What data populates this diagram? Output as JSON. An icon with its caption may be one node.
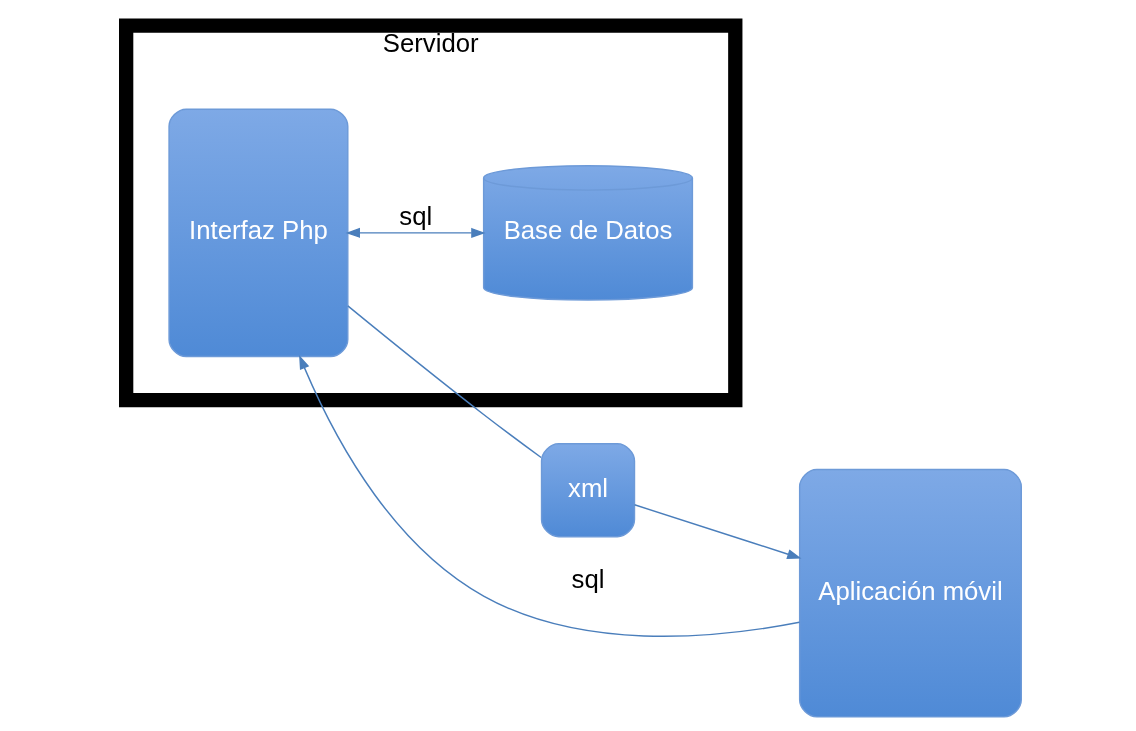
{
  "diagram": {
    "nodes": [
      {
        "text": [
          "Servidor"
        ]
      },
      {
        "text": [
          "Aplicación móvil"
        ]
      },
      {
        "text": [
          "xml"
        ]
      },
      {
        "text": [
          "Interfaz Php"
        ],
        "in": 0
      },
      {
        "text": [
          "Base de Datos"
        ],
        "in": 0
      }
    ],
    "edges": [
      {
        "from": 1,
        "to": 3,
        "label": "sql",
        "arrow": "to"
      },
      {
        "from": 3,
        "to": 2,
        "arrow": "none"
      },
      {
        "from": 2,
        "to": 1,
        "arrow": "to"
      },
      {
        "from": 3,
        "to": 4,
        "label": "sql",
        "arrow": "both"
      }
    ]
  }
}
